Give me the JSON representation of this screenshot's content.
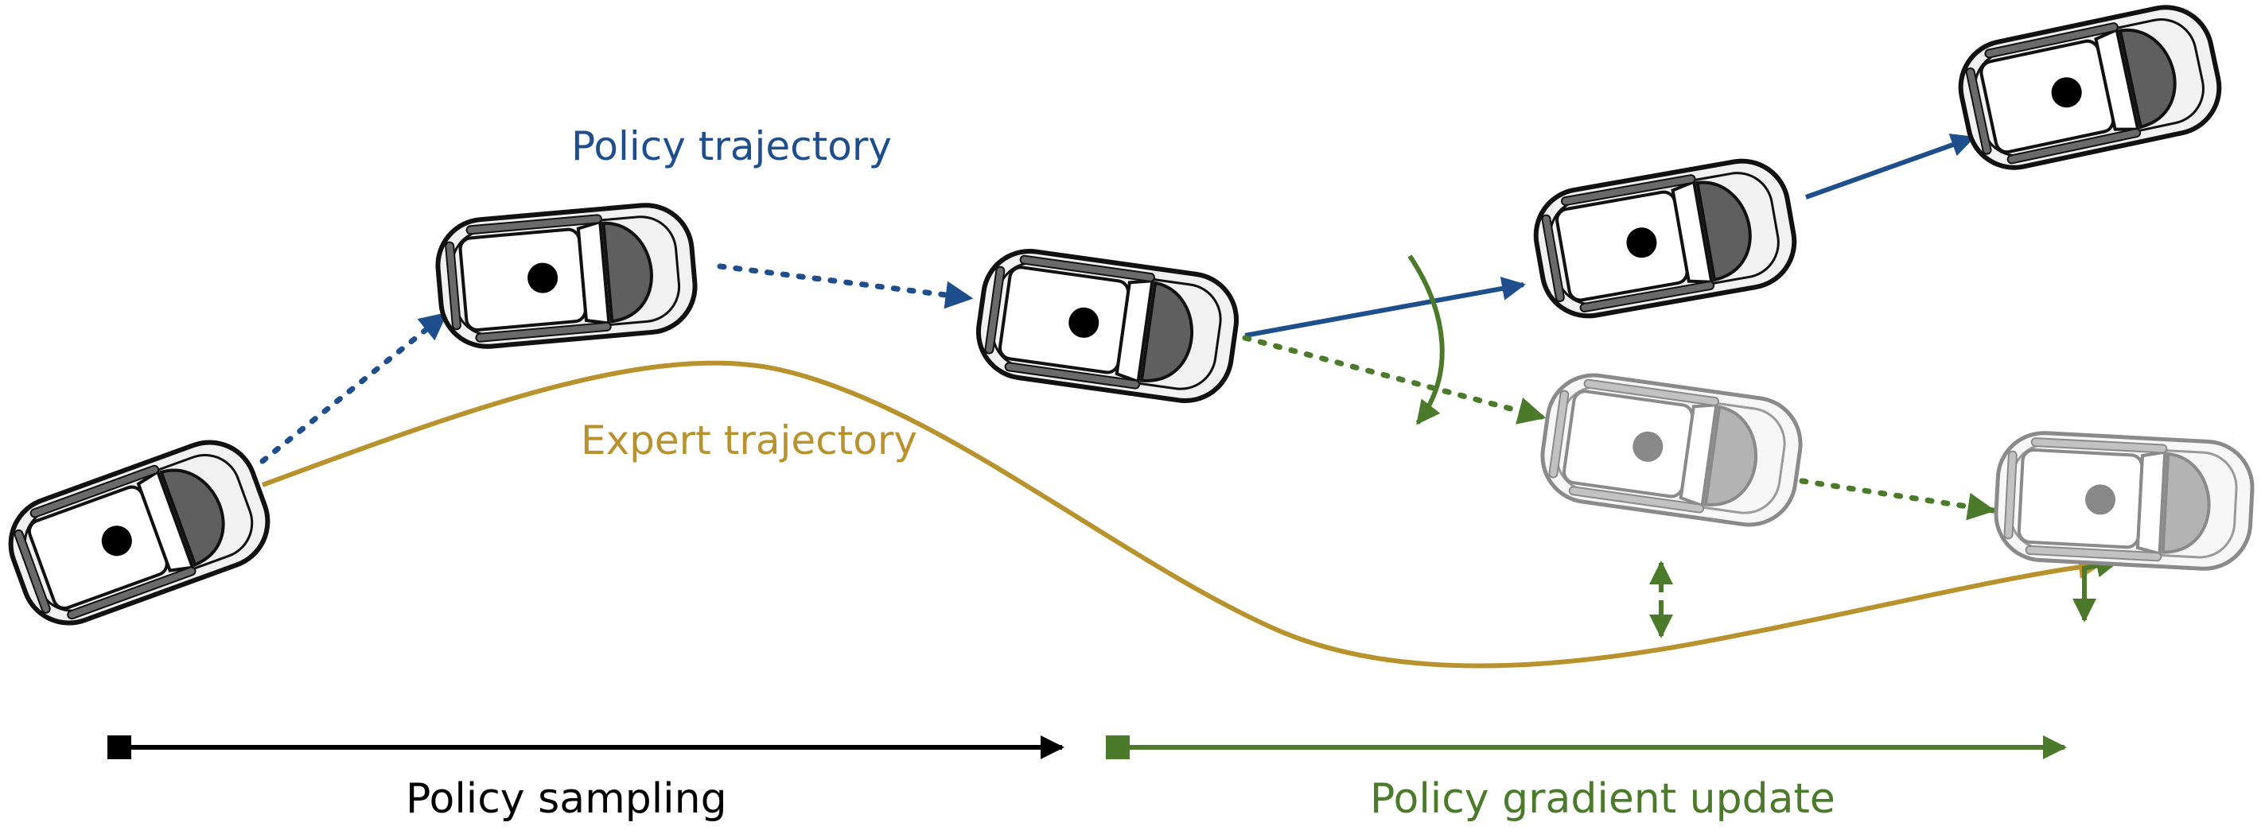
{
  "labels": {
    "policy_trajectory": "Policy trajectory",
    "expert_trajectory": "Expert trajectory",
    "policy_sampling": "Policy sampling",
    "policy_gradient_update": "Policy gradient update"
  },
  "colors": {
    "policy": "#1f4e8c",
    "expert": "#b8922c",
    "gradient": "#4a7a2a",
    "sampling": "#000000",
    "car_body": "#f1f1f1",
    "car_outline": "#111111",
    "car_windshield": "#5f5f5f",
    "ghost_outline": "#8a8a8a",
    "ghost_windshield": "#b3b3b3",
    "ghost_dot": "#888888"
  },
  "icons": {
    "car": "car-top-view-icon",
    "ghost_car": "ghost-car-top-view-icon",
    "rotation": "curved-rotation-arrow-icon",
    "shift": "double-headed-vertical-arrow-icon"
  }
}
